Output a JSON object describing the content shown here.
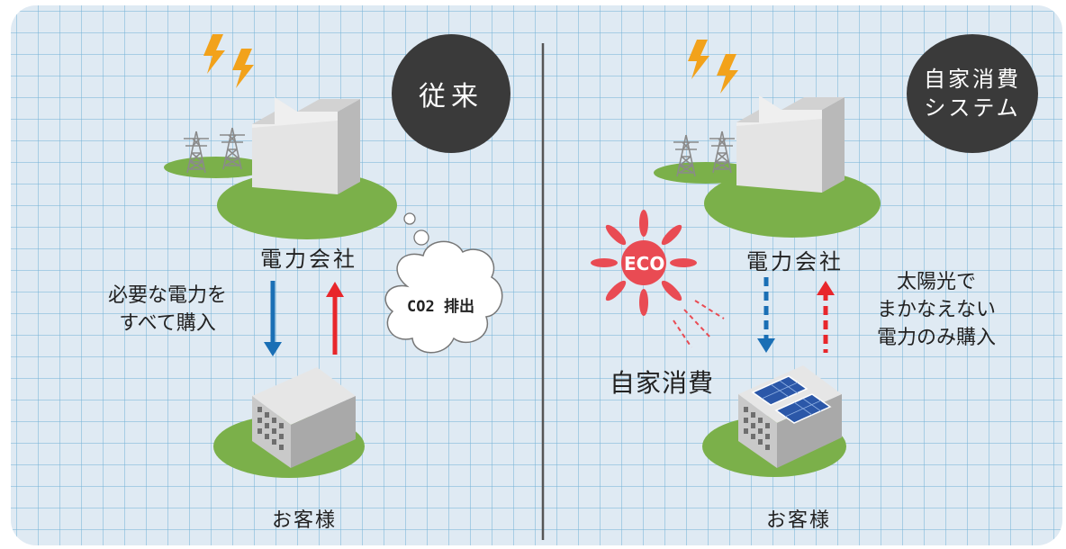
{
  "left": {
    "badge": "従来",
    "company_label": "電力会社",
    "customer_label": "お客様",
    "purchase_note_line1": "必要な電力を",
    "purchase_note_line2": "すべて購入",
    "cloud_text": "CO2 排出"
  },
  "right": {
    "badge_line1": "自家消費",
    "badge_line2": "システム",
    "company_label": "電力会社",
    "customer_label": "お客様",
    "sun_text": "ECO",
    "self_consumption_label": "自家消費",
    "note_line1": "太陽光で",
    "note_line2": "まかなえない",
    "note_line3": "電力のみ購入"
  },
  "colors": {
    "down_arrow": "#1a6fb5",
    "up_arrow": "#e8262b",
    "sun": "#e94b53",
    "grass": "#7bb04a",
    "badge": "#3a3a3a"
  }
}
